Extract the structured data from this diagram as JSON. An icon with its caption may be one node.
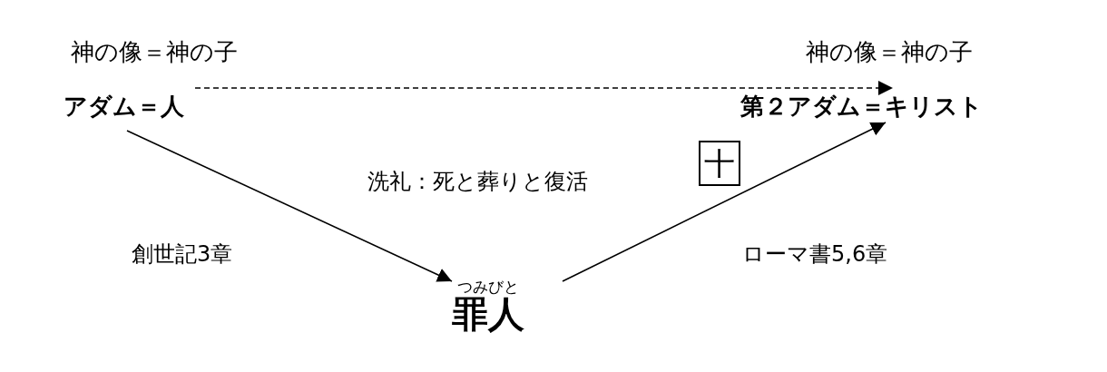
{
  "diagram": {
    "nodes": [
      {
        "text": [
          "アダム＝人"
        ],
        "beside": [
          "神の像＝神の子"
        ]
      },
      {
        "text": [
          "第２アダム＝キリスト"
        ],
        "beside": [
          "神の像＝神の子"
        ]
      },
      {
        "text": [
          "罪人"
        ],
        "beside": [
          "つみびと"
        ]
      },
      {
        "text": [
          "十"
        ]
      }
    ],
    "edges": [
      {
        "from": 0,
        "to": 1,
        "arrow": "to",
        "style": "dashed"
      },
      {
        "from": 0,
        "to": 2,
        "arrow": "to"
      },
      {
        "from": 2,
        "to": 1,
        "arrow": "to"
      }
    ],
    "labels": [
      "洗礼：死と葬りと復活",
      "創世記3章",
      "ローマ書5,6章"
    ]
  }
}
